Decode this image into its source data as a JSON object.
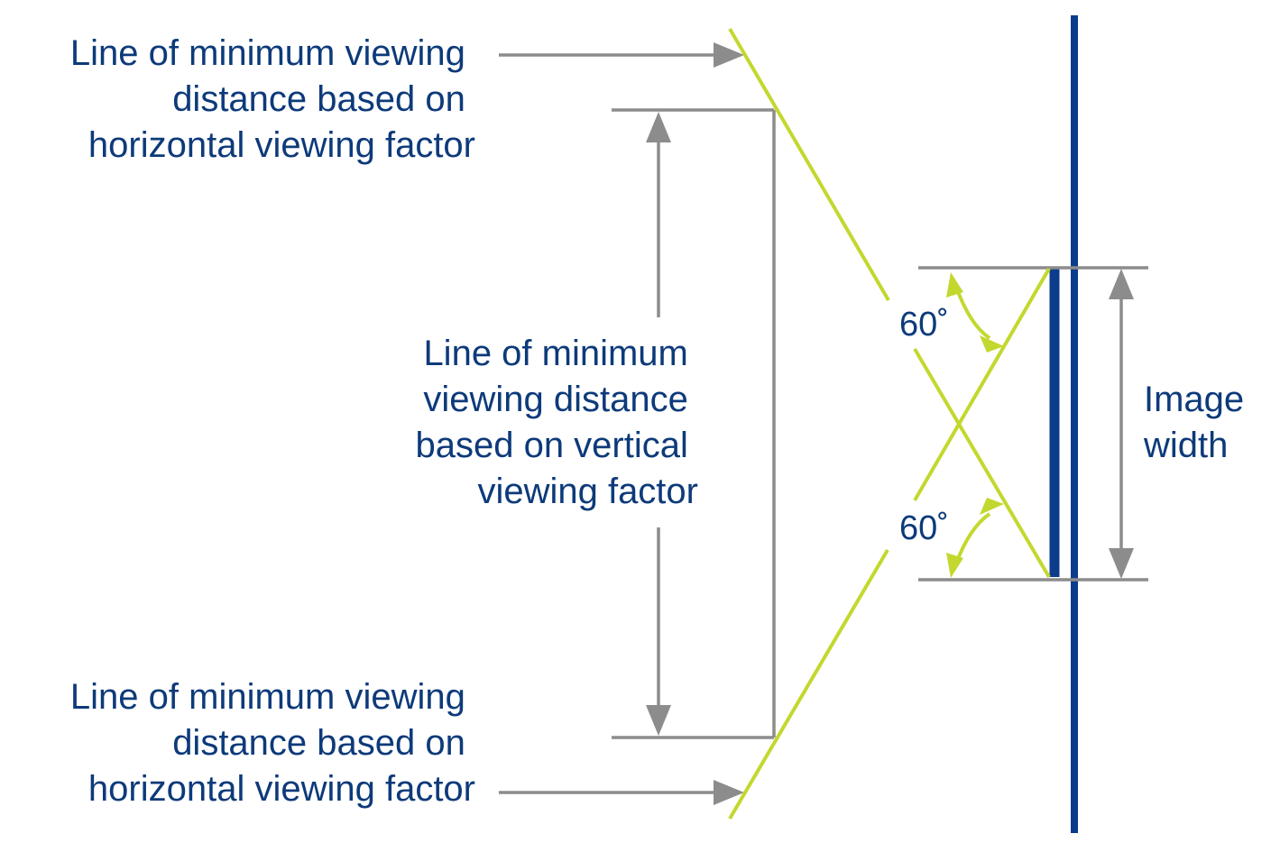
{
  "labels": {
    "top_horizontal": [
      "Line of minimum viewing",
      "distance based on",
      "horizontal viewing factor"
    ],
    "vertical": [
      "Line of minimum",
      "viewing distance",
      "based on vertical",
      "viewing factor"
    ],
    "bottom_horizontal": [
      "Line of minimum viewing",
      "distance based on",
      "horizontal viewing factor"
    ],
    "image_width": [
      "Image",
      "width"
    ]
  },
  "angles": {
    "upper": "60˚",
    "lower": "60˚"
  },
  "colors": {
    "text": "#0d3a7a",
    "screen": "#0b3d8c",
    "guide": "#8c8c8c",
    "sightline": "#c3d82e"
  }
}
